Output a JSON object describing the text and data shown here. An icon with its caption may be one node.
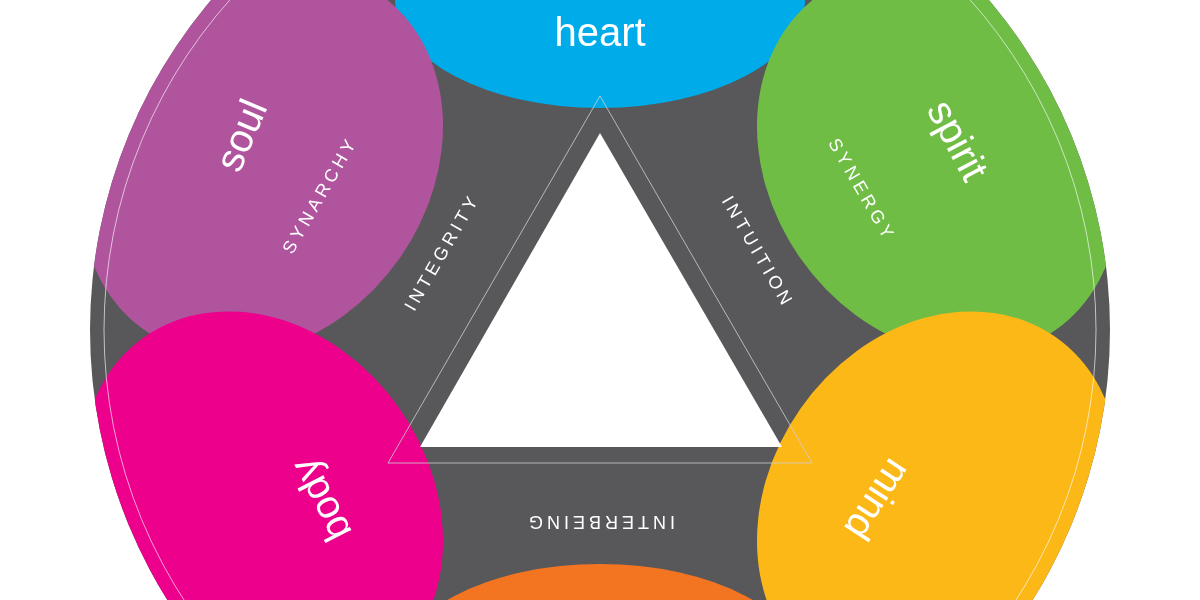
{
  "diagram": {
    "nodes": [
      {
        "text": [
          "heart"
        ]
      },
      {
        "text": [
          "soul",
          "SYNARCHY"
        ]
      },
      {
        "text": [
          "spirit",
          "SYNERGY"
        ]
      },
      {
        "text": [
          "INTEGRITY"
        ]
      },
      {
        "text": [
          "INTUITION"
        ]
      },
      {
        "text": [],
        "shape": "triangle"
      },
      {
        "text": [
          "body"
        ]
      },
      {
        "text": [
          "mind"
        ]
      },
      {
        "text": [
          "INTERBEING"
        ]
      },
      {
        "text": [],
        "shape": "circle"
      }
    ],
    "edges": []
  }
}
